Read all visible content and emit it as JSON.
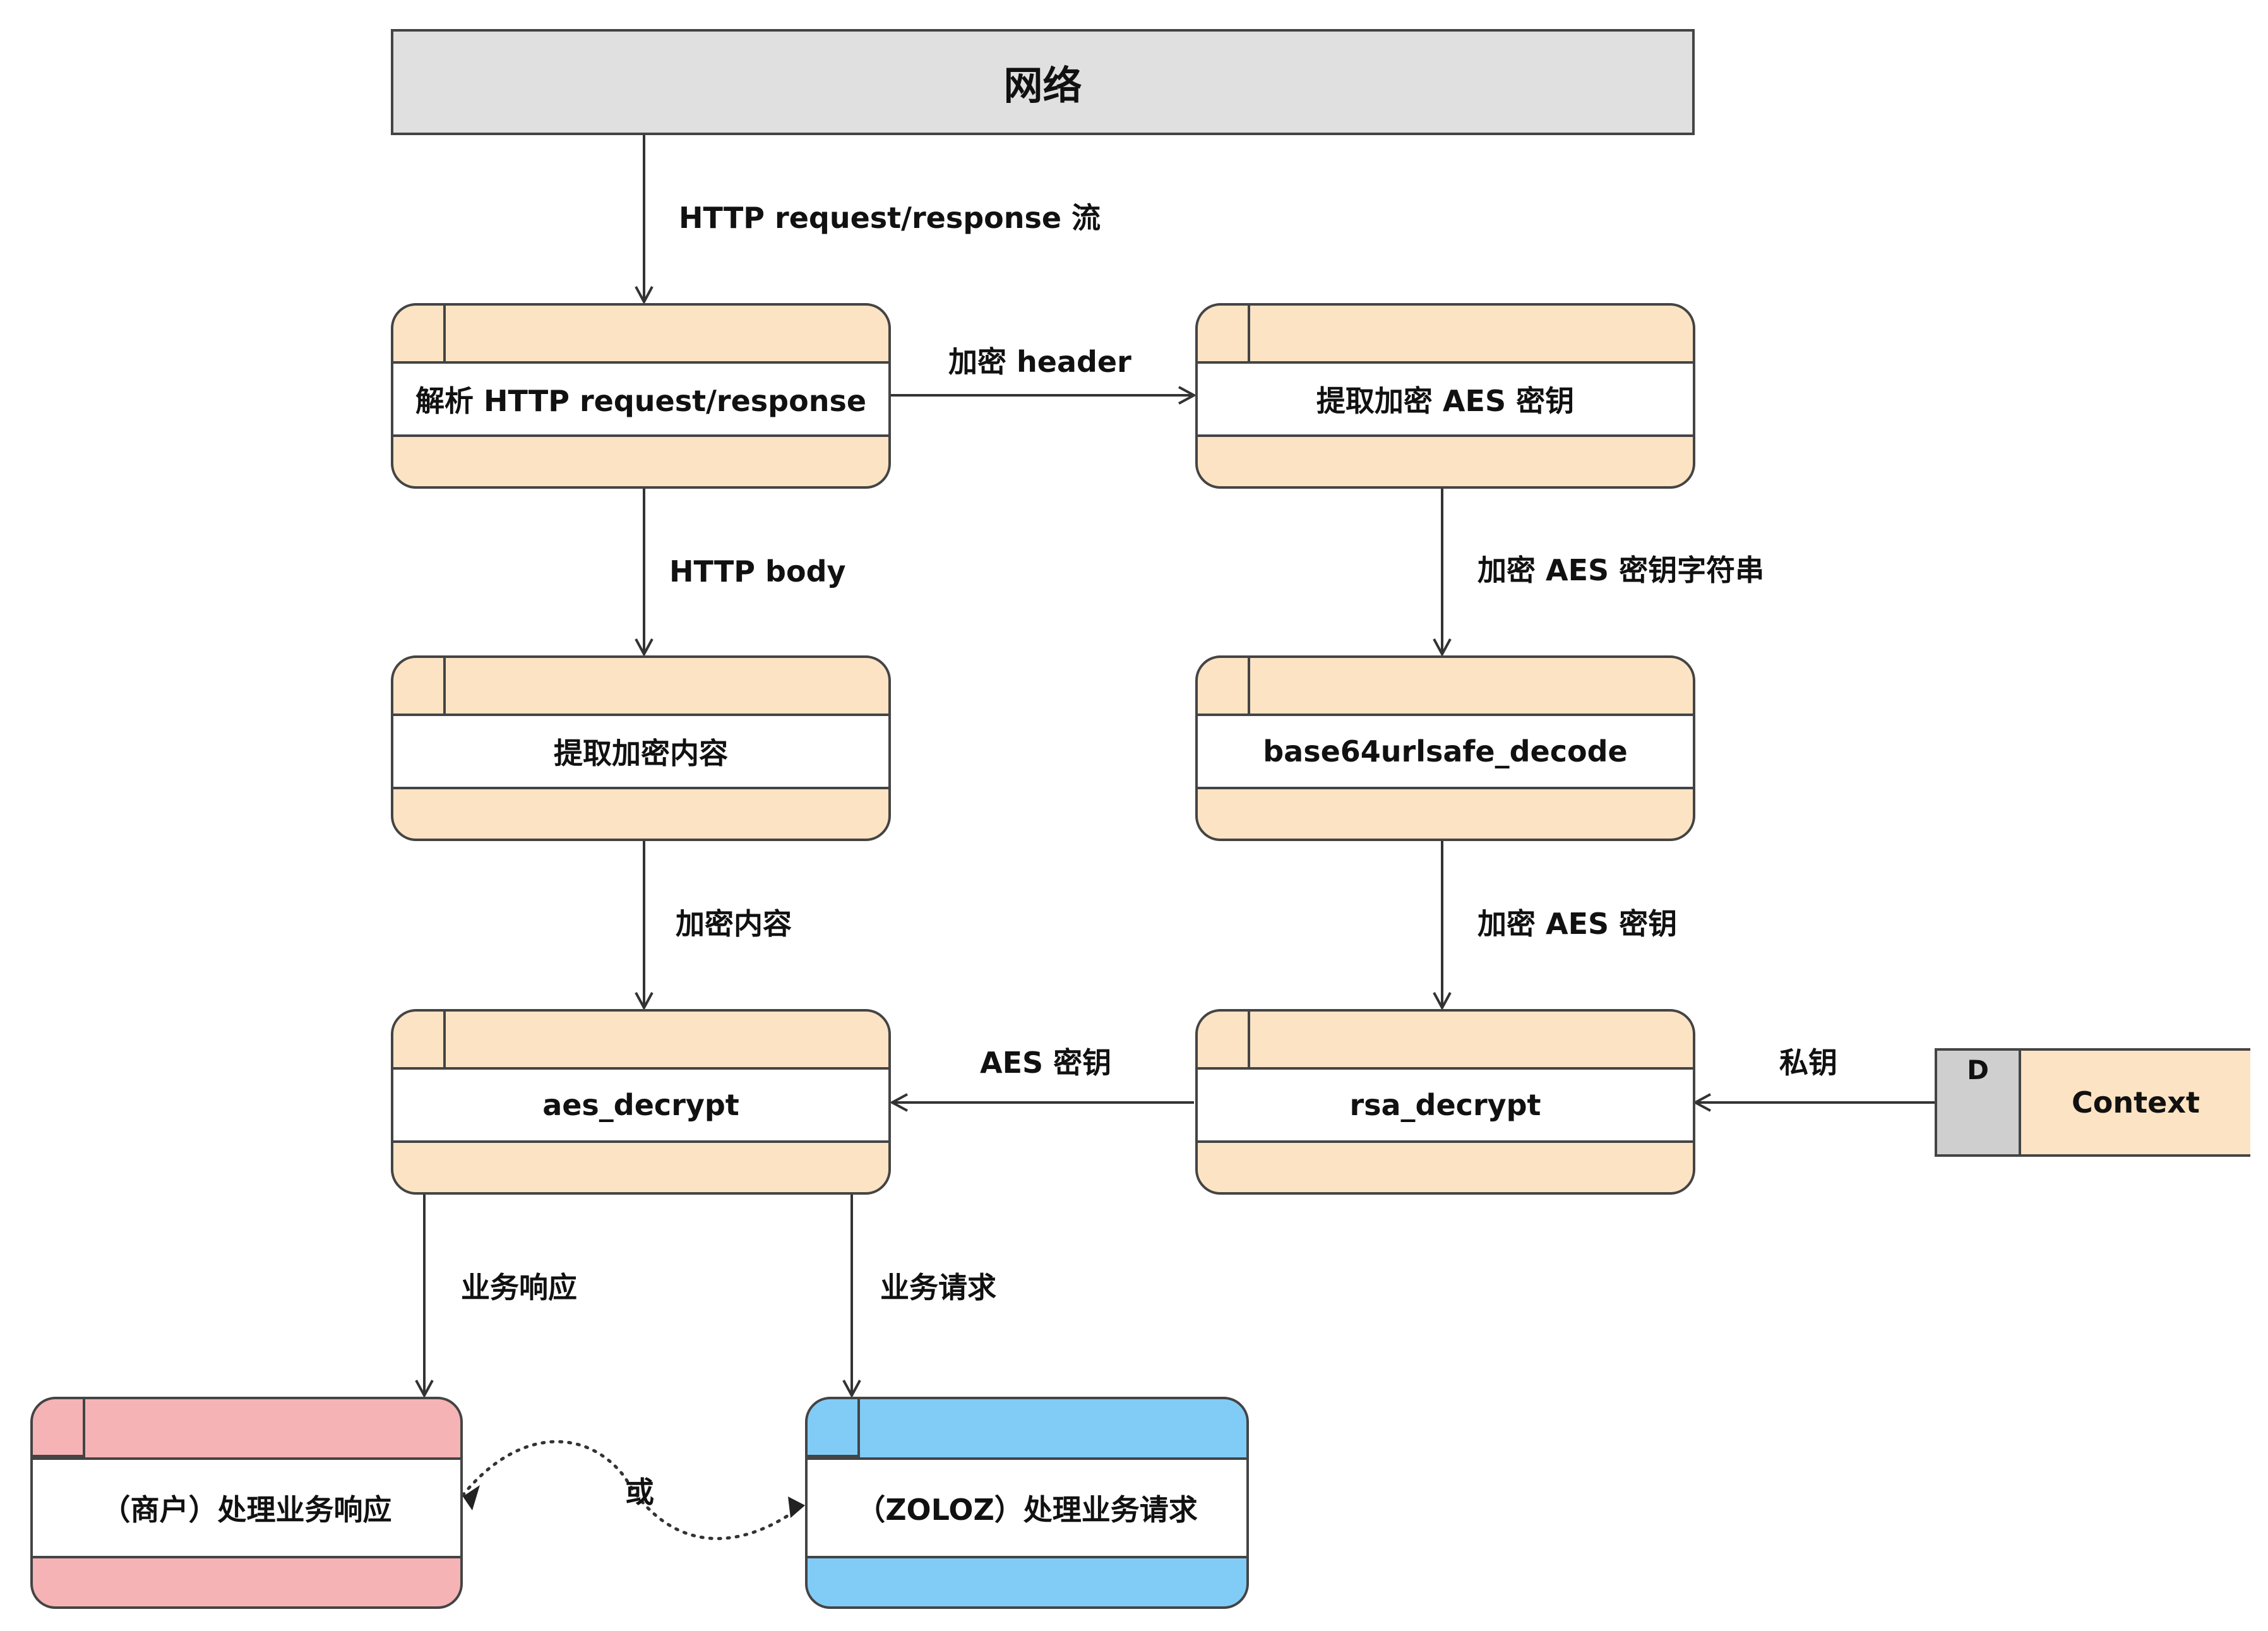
{
  "network": {
    "label": "网络"
  },
  "processes": {
    "parse": "解析 HTTP request/response",
    "extract_key": "提取加密 AES 密钥",
    "extract_content": "提取加密内容",
    "b64decode": "base64urlsafe_decode",
    "aes_decrypt": "aes_decrypt",
    "rsa_decrypt": "rsa_decrypt",
    "merchant": "（商户）处理业务响应",
    "zoloz": "（ZOLOZ）处理业务请求"
  },
  "datastore": {
    "id": "D",
    "name": "Context"
  },
  "flows": {
    "http_stream": "HTTP request/response 流",
    "enc_header": "加密 header",
    "http_body": "HTTP body",
    "enc_key_string": "加密 AES 密钥字符串",
    "enc_content": "加密内容",
    "enc_key": "加密 AES 密钥",
    "aes_key": "AES 密钥",
    "private_key": "私钥",
    "biz_response": "业务响应",
    "biz_request": "业务请求",
    "or": "或"
  },
  "colors": {
    "process_fill": "#fbe3c4",
    "merchant_fill": "#f5b3b6",
    "zoloz_fill": "#80ccf7",
    "network_fill": "#e0e0e0",
    "datastore_id_fill": "#cfcfcf",
    "stroke": "#444444"
  }
}
